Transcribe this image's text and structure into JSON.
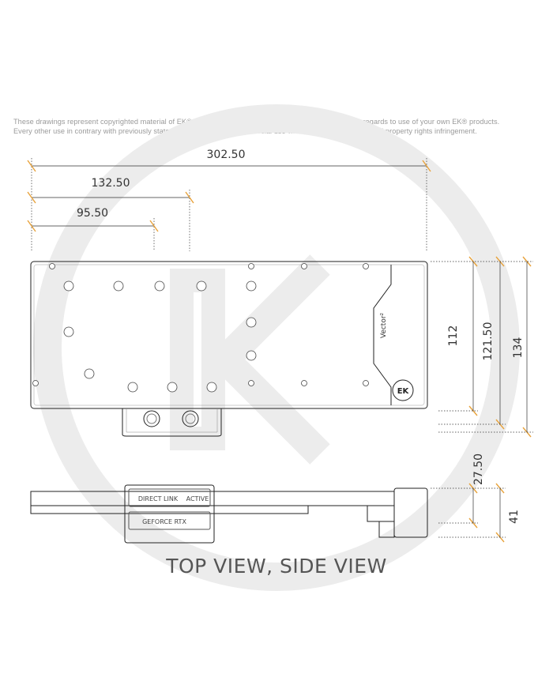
{
  "notice": {
    "line1": "These drawings represent copyrighted material of EK® and they are meant only for your personal use, with regards to use of your own EK® products.",
    "line2": "Every other use in contrary with previously stated personal and non commercial use will be deemed as intellectual property rights infringement."
  },
  "dimensions": {
    "width_total": "302.50",
    "width_mid": "132.50",
    "width_short": "95.50",
    "height_a": "112",
    "height_b": "121.50",
    "height_c": "134",
    "side_a": "27.50",
    "side_b": "41"
  },
  "labels": {
    "product": "Vector²",
    "direct_link": "DIRECT LINK",
    "active": "ACTIVE",
    "geforce": "GEFORCE RTX",
    "logo_mark": "EK"
  },
  "caption": "TOP VIEW, SIDE VIEW",
  "colors": {
    "dimension_tick": "#e8a33d",
    "line": "#222222",
    "watermark": "#e9e9e9"
  }
}
